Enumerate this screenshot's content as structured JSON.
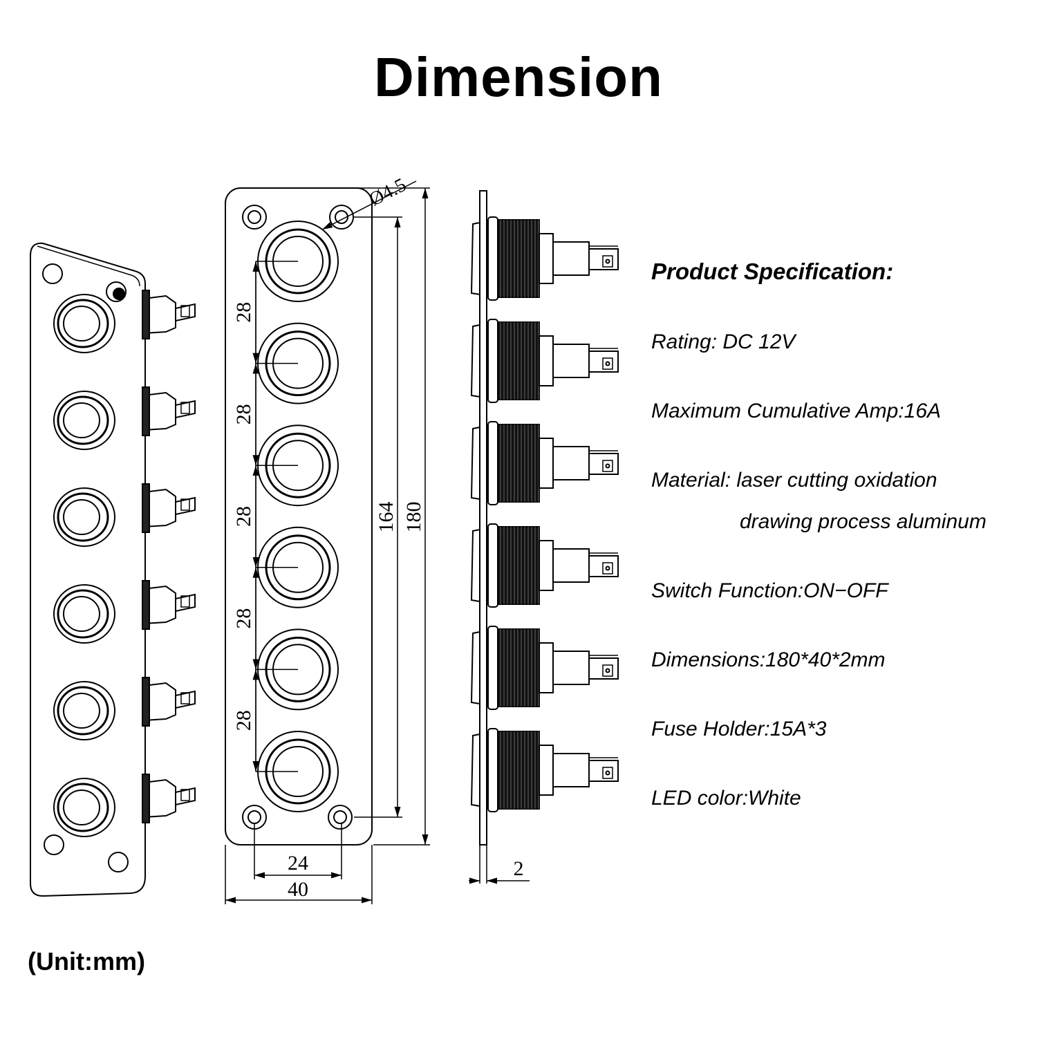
{
  "title": "Dimension",
  "drawing": {
    "hole_diameter_label": "Ø4.5",
    "pitch_labels": [
      "28",
      "28",
      "28",
      "28",
      "28"
    ],
    "hole_span_label": "164",
    "height_label": "180",
    "hole_spacing_label": "24",
    "width_label": "40",
    "thickness_label": "2",
    "switch_count": 6
  },
  "specification": {
    "heading": "Product Specification:",
    "rating": "Rating: DC 12V",
    "amp": "Maximum Cumulative Amp:16A",
    "material_1": "Material: laser cutting oxidation",
    "material_2": "drawing process aluminum",
    "function": "Switch Function:ON−OFF",
    "dimensions": "Dimensions:180*40*2mm",
    "fuse": "Fuse Holder:15A*3",
    "led": "LED color:White"
  },
  "unit_note": "(Unit:mm)"
}
